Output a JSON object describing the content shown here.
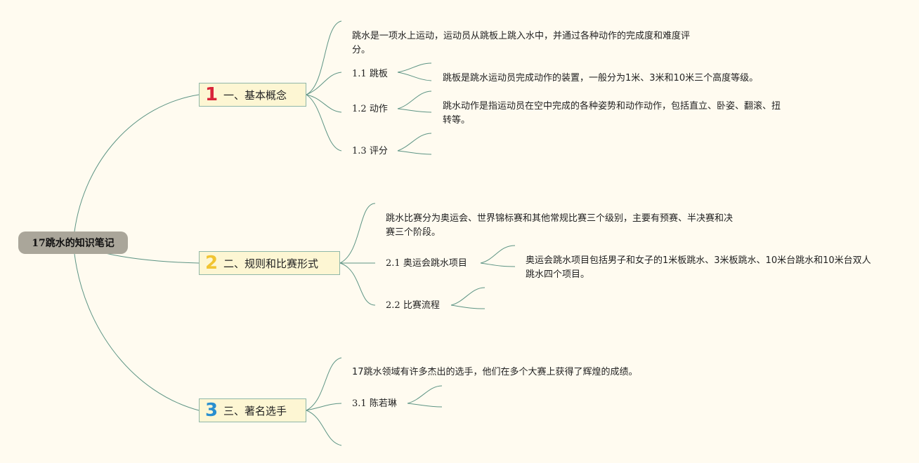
{
  "root": {
    "label": "17跳水的知识笔记"
  },
  "branches": [
    {
      "number": "1",
      "label": "一、基本概念",
      "intro": "跳水是一项水上运动，运动员从跳板上跳入水中，并通过各种动作的完成度和难度评分。",
      "subs": [
        {
          "code": "1.1",
          "label": "跳板",
          "detail": "跳板是跳水运动员完成动作的装置，一般分为1米、3米和10米三个高度等级。"
        },
        {
          "code": "1.2",
          "label": "动作",
          "detail": "跳水动作是指运动员在空中完成的各种姿势和动作动作，包括直立、卧姿、翻滚、扭转等。"
        },
        {
          "code": "1.3",
          "label": "评分",
          "detail": ""
        }
      ]
    },
    {
      "number": "2",
      "label": "二、规则和比赛形式",
      "intro": "跳水比赛分为奥运会、世界锦标赛和其他常规比赛三个级别，主要有预赛、半决赛和决赛三个阶段。",
      "subs": [
        {
          "code": "2.1",
          "label": "奥运会跳水项目",
          "detail": "奥运会跳水项目包括男子和女子的1米板跳水、3米板跳水、10米台跳水和10米台双人跳水四个项目。"
        },
        {
          "code": "2.2",
          "label": "比赛流程",
          "detail": ""
        }
      ]
    },
    {
      "number": "3",
      "label": "三、著名选手",
      "intro": "17跳水领域有许多杰出的选手，他们在多个大赛上获得了辉煌的成绩。",
      "subs": [
        {
          "code": "3.1",
          "label": "陈若琳",
          "detail": ""
        }
      ]
    }
  ],
  "colors": {
    "background": "#fffbf0",
    "root_fill": "#aaa69a",
    "branch_fill": "#fdf6d3",
    "branch_border": "#8fb7a8",
    "connector": "#5d9484",
    "number_1": "#d9253a",
    "number_2": "#f1c432",
    "number_3": "#2a8fcf"
  }
}
